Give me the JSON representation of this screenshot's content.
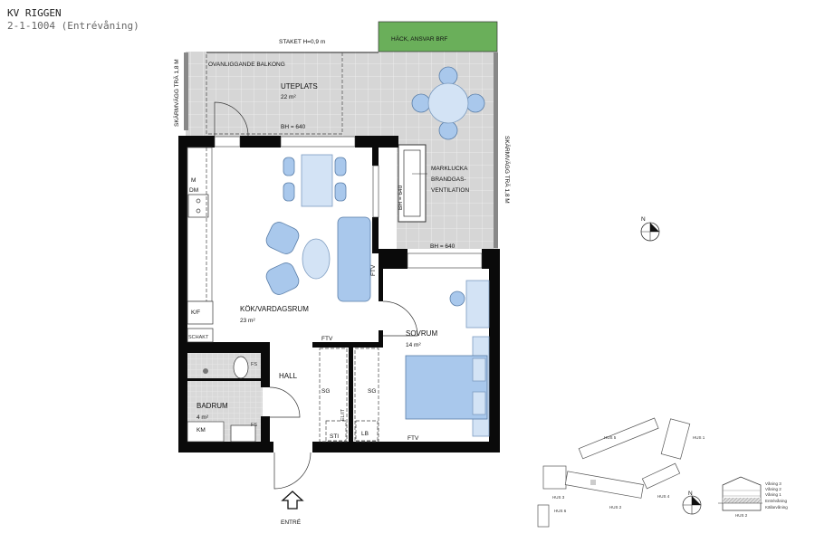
{
  "header": {
    "title": "KV RIGGEN",
    "subtitle": "2-1-1004 (Entrévåning)"
  },
  "colors": {
    "hedge": "#6aaf5a",
    "patio": "#d6d6d6",
    "furniture": "#a9c8ec",
    "walls": "#0a0a0a"
  },
  "outdoor": {
    "fence": "STAKET H=0,9 m",
    "hedge": "HÄCK, ANSVAR BRF",
    "balcony_above": "OVANLIGGANDE BALKONG",
    "patio_name": "UTEPLATS",
    "patio_area": "22 m²",
    "screen_wall_left": "SKÄRMVÄGG TRÄ 1,8 M",
    "screen_wall_right": "SKÄRMVÄGG TRÄ 1,8 M",
    "sill_height_1": "BH = 640",
    "sill_height_2": "BH = 640",
    "sill_height_3": "BH = 640",
    "hatch_line1": "MARKLUCKA",
    "hatch_line2": "BRANDGAS-",
    "hatch_line3": "VENTILATION"
  },
  "rooms": {
    "kitchen_living": {
      "name": "KÖK/VARDAGSRUM",
      "area": "23 m²"
    },
    "bedroom": {
      "name": "SOVRUM",
      "area": "14 m²"
    },
    "hall": {
      "name": "HALL"
    },
    "bathroom": {
      "name": "BADRUM",
      "area": "4 m²"
    }
  },
  "fixtures": {
    "microwave": "M",
    "dishwasher": "DM",
    "fridge_freezer": "K/F",
    "shaft": "SCHAKT",
    "ftv_1": "FTV",
    "ftv_2": "FTV",
    "ftv_3": "FTV",
    "wardrobe_1": "SG",
    "wardrobe_2": "SG",
    "el_it": "EL/IT",
    "cleaning_closet": "STI",
    "linen_closet": "LB",
    "fs_1": "FS",
    "fs_2": "FS",
    "washing_machine": "KM"
  },
  "entrance": "ENTRÉ",
  "compass": {
    "north": "N"
  },
  "site_plan": {
    "buildings": [
      "HUS 5",
      "HUS 1",
      "HUS 3",
      "HUS 2",
      "HUS 4",
      "HUS 6"
    ],
    "compass_north": "N",
    "section_levels": [
      "Våning 3",
      "Våning 2",
      "Våning 1",
      "Entrévåning",
      "Källarvåning"
    ],
    "section_label": "HUS 2"
  }
}
